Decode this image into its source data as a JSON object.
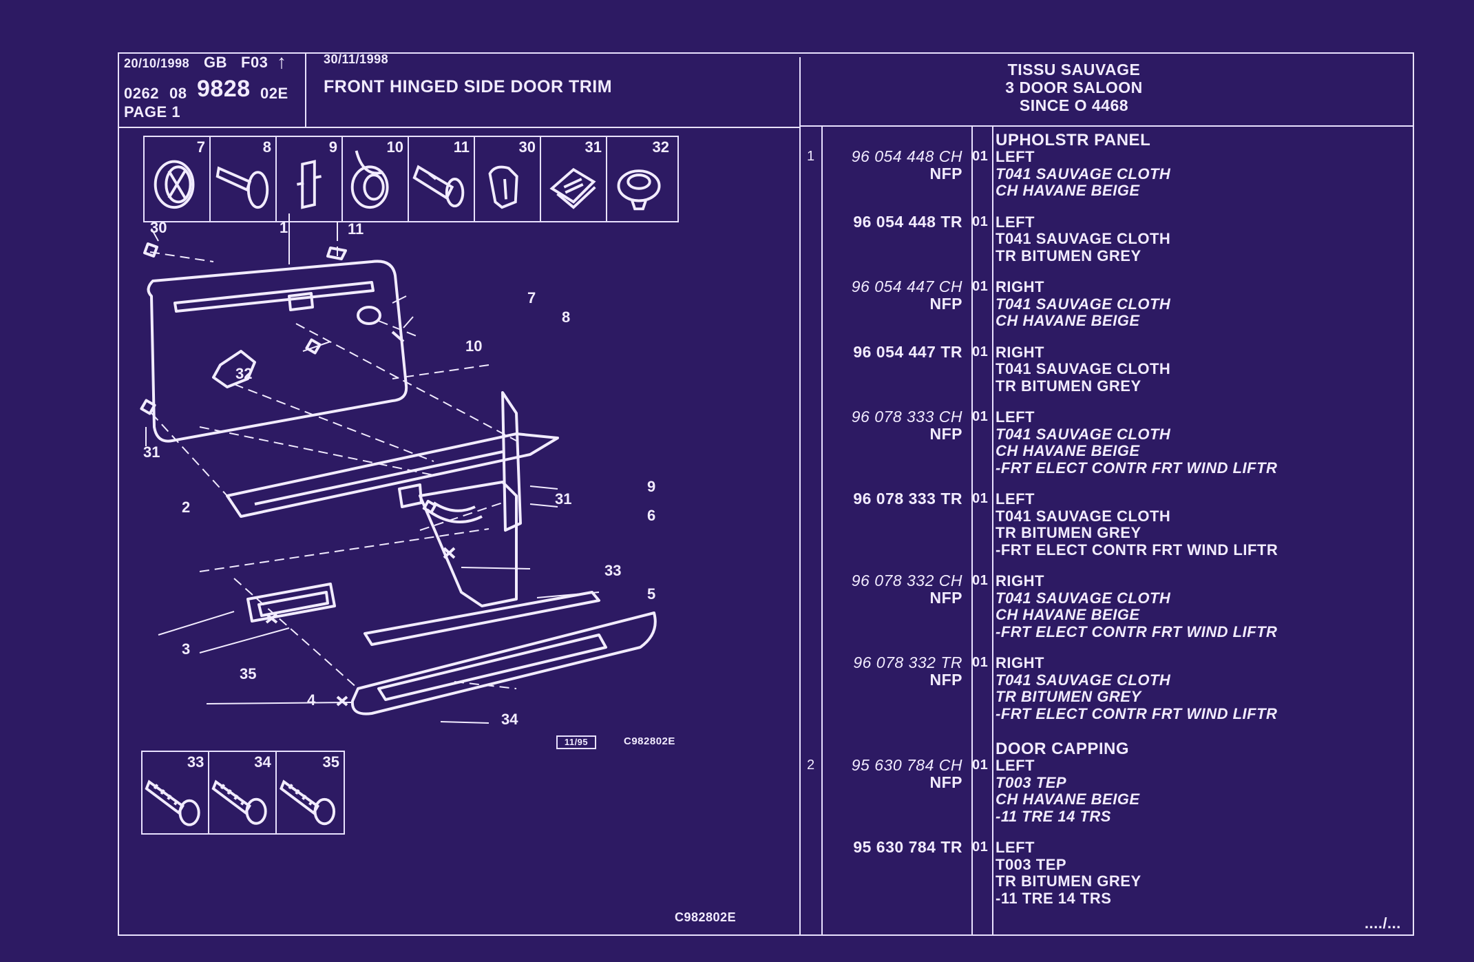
{
  "header": {
    "date_issue": "20/10/1998",
    "lang": "GB",
    "code": "F03",
    "arrow_icon": "up-arrow-icon",
    "ref_prefix": "0262",
    "ref_group": "08",
    "ref_main": "9828",
    "ref_suffix": "02E",
    "page_label": "PAGE 1",
    "date_update": "30/11/1998",
    "title": "FRONT HINGED SIDE DOOR TRIM",
    "right_title_lines": [
      "TISSU SAUVAGE",
      "3 DOOR SALOON",
      "SINCE O   4468"
    ]
  },
  "parts_strip_top": [
    {
      "num": "7",
      "icon": "button-clip-icon"
    },
    {
      "num": "8",
      "icon": "push-pin-icon"
    },
    {
      "num": "9",
      "icon": "bracket-clip-icon"
    },
    {
      "num": "10",
      "icon": "grommet-icon"
    },
    {
      "num": "11",
      "icon": "rivet-icon"
    },
    {
      "num": "30",
      "icon": "spring-clip-icon"
    },
    {
      "num": "31",
      "icon": "square-clip-icon"
    },
    {
      "num": "32",
      "icon": "round-clip-icon"
    }
  ],
  "parts_strip_bottom": [
    {
      "num": "33",
      "icon": "screw-icon"
    },
    {
      "num": "34",
      "icon": "screw-icon"
    },
    {
      "num": "35",
      "icon": "screw-icon"
    }
  ],
  "diagram": {
    "callouts": [
      "30",
      "1",
      "11",
      "7",
      "8",
      "10",
      "32",
      "31",
      "9",
      "2",
      "31",
      "6",
      "33",
      "5",
      "3",
      "35",
      "4",
      "34"
    ],
    "stamp": "11/95",
    "ref_small": "C982802E",
    "ref_bottom": "C982802E"
  },
  "sections": [
    {
      "title": "UPHOLSTR PANEL",
      "entries": [
        {
          "idx": "1",
          "part": "96 054 448 CH",
          "italic": true,
          "nfp": "NFP",
          "qty": "01",
          "lines": [
            "LEFT",
            "T041 SAUVAGE CLOTH",
            "CH HAVANE BEIGE"
          ]
        },
        {
          "idx": "",
          "part": "96 054 448 TR",
          "italic": false,
          "nfp": "",
          "qty": "01",
          "lines": [
            "LEFT",
            "T041 SAUVAGE CLOTH",
            "TR BITUMEN GREY"
          ]
        },
        {
          "idx": "",
          "part": "96 054 447 CH",
          "italic": true,
          "nfp": "NFP",
          "qty": "01",
          "lines": [
            "RIGHT",
            "T041 SAUVAGE CLOTH",
            "CH HAVANE BEIGE"
          ]
        },
        {
          "idx": "",
          "part": "96 054 447 TR",
          "italic": false,
          "nfp": "",
          "qty": "01",
          "lines": [
            "RIGHT",
            "T041 SAUVAGE CLOTH",
            "TR BITUMEN GREY"
          ]
        },
        {
          "idx": "",
          "part": "96 078 333 CH",
          "italic": true,
          "nfp": "NFP",
          "qty": "01",
          "lines": [
            "LEFT",
            "T041 SAUVAGE CLOTH",
            "CH HAVANE BEIGE",
            "-FRT ELECT CONTR FRT WIND LIFTR"
          ]
        },
        {
          "idx": "",
          "part": "96 078 333 TR",
          "italic": false,
          "nfp": "",
          "qty": "01",
          "lines": [
            "LEFT",
            "T041 SAUVAGE CLOTH",
            "TR BITUMEN GREY",
            "-FRT ELECT CONTR FRT WIND LIFTR"
          ]
        },
        {
          "idx": "",
          "part": "96 078 332 CH",
          "italic": true,
          "nfp": "NFP",
          "qty": "01",
          "lines": [
            "RIGHT",
            "T041 SAUVAGE CLOTH",
            "CH HAVANE BEIGE",
            "-FRT ELECT CONTR FRT WIND LIFTR"
          ]
        },
        {
          "idx": "",
          "part": "96 078 332 TR",
          "italic": true,
          "nfp": "NFP",
          "qty": "01",
          "lines": [
            "RIGHT",
            "T041 SAUVAGE CLOTH",
            "TR BITUMEN GREY",
            "-FRT ELECT CONTR FRT WIND LIFTR"
          ]
        }
      ]
    },
    {
      "title": "DOOR CAPPING",
      "entries": [
        {
          "idx": "2",
          "part": "95 630 784 CH",
          "italic": true,
          "nfp": "NFP",
          "qty": "01",
          "lines": [
            "LEFT",
            "T003 TEP",
            "CH HAVANE BEIGE",
            "-11 TRE 14 TRS"
          ]
        },
        {
          "idx": "",
          "part": "95 630 784 TR",
          "italic": false,
          "nfp": "",
          "qty": "01",
          "lines": [
            "LEFT",
            "T003 TEP",
            "TR BITUMEN GREY",
            "-11 TRE 14 TRS"
          ]
        }
      ]
    }
  ],
  "continued": "..../...",
  "colors": {
    "background": "#2d1a63",
    "lines": "#e9e2ff",
    "text": "#f2ecff"
  }
}
